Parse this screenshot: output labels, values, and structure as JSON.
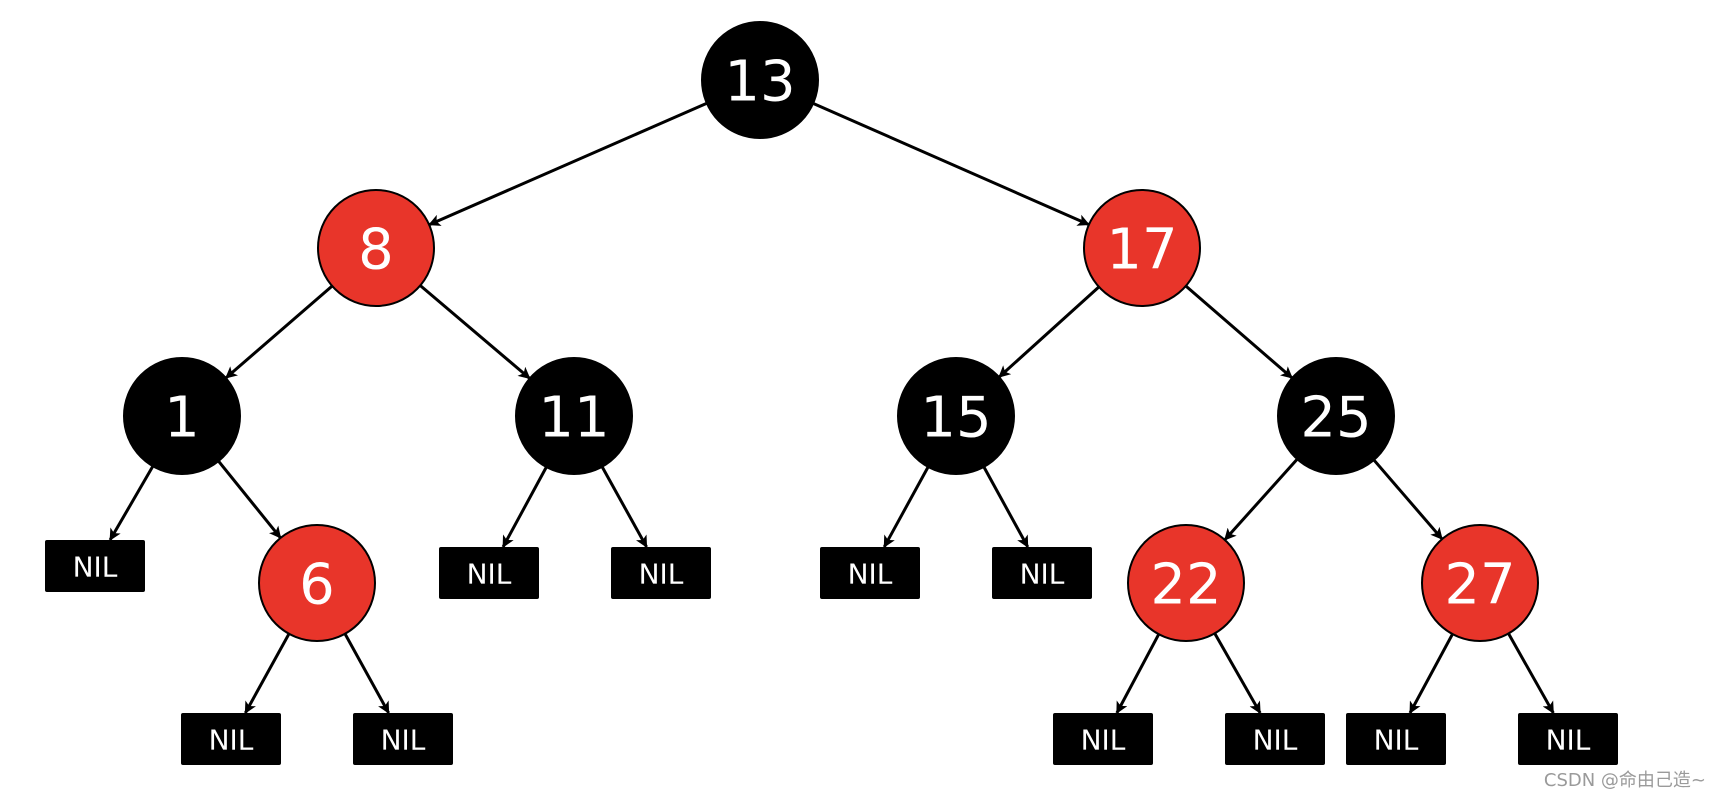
{
  "colors": {
    "black_node": "#000000",
    "red_node": "#e8352a",
    "nil_leaf": "#000000",
    "edge": "#000000"
  },
  "nodes": [
    {
      "id": "n13",
      "label": "13",
      "color": "black"
    },
    {
      "id": "n8",
      "label": "8",
      "color": "red"
    },
    {
      "id": "n17",
      "label": "17",
      "color": "red"
    },
    {
      "id": "n1",
      "label": "1",
      "color": "black"
    },
    {
      "id": "n11",
      "label": "11",
      "color": "black"
    },
    {
      "id": "n15",
      "label": "15",
      "color": "black"
    },
    {
      "id": "n25",
      "label": "25",
      "color": "black"
    },
    {
      "id": "n6",
      "label": "6",
      "color": "red"
    },
    {
      "id": "n22",
      "label": "22",
      "color": "red"
    },
    {
      "id": "n27",
      "label": "27",
      "color": "red"
    }
  ],
  "nil_label": "NIL",
  "edges": [
    [
      "n13",
      "n8"
    ],
    [
      "n13",
      "n17"
    ],
    [
      "n8",
      "n1"
    ],
    [
      "n8",
      "n11"
    ],
    [
      "n17",
      "n15"
    ],
    [
      "n17",
      "n25"
    ],
    [
      "n1",
      "nil1"
    ],
    [
      "n1",
      "n6"
    ],
    [
      "n11",
      "nil2"
    ],
    [
      "n11",
      "nil3"
    ],
    [
      "n15",
      "nil4"
    ],
    [
      "n15",
      "nil5"
    ],
    [
      "n25",
      "n22"
    ],
    [
      "n25",
      "n27"
    ],
    [
      "n6",
      "nil6"
    ],
    [
      "n6",
      "nil7"
    ],
    [
      "n22",
      "nil8"
    ],
    [
      "n22",
      "nil9"
    ],
    [
      "n27",
      "nil10"
    ],
    [
      "n27",
      "nil11"
    ]
  ],
  "watermark": "CSDN @命由己造~"
}
